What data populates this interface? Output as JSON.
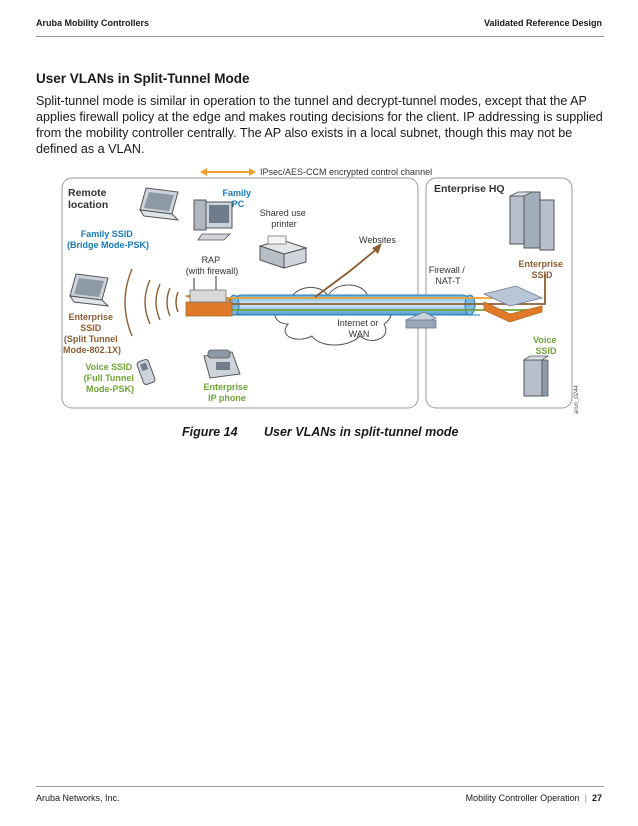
{
  "header": {
    "left": "Aruba Mobility Controllers",
    "right": "Validated Reference Design"
  },
  "section": {
    "title": "User VLANs in Split-Tunnel Mode",
    "body": "Split-tunnel mode is similar in operation to the tunnel and decrypt-tunnel modes, except that the AP applies firewall policy at the edge and makes routing decisions for the client. IP addressing is supplied from the mobility controller centrally. The AP also exists in a local subnet, though this may not be defined as a VLAN."
  },
  "diagram": {
    "legend": "IPsec/AES-CCM encrypted control channel",
    "remote_title": [
      "Remote",
      "location"
    ],
    "family_pc": [
      "Family",
      "PC"
    ],
    "shared_printer": [
      "Shared use",
      "printer"
    ],
    "family_ssid": [
      "Family SSID",
      "(Bridge Mode-PSK)"
    ],
    "rap": [
      "RAP",
      "(with firewall)"
    ],
    "enterprise_ssid_remote": [
      "Enterprise",
      "SSID",
      "(Split Tunnel",
      "Mode-802.1X)"
    ],
    "voice_ssid_remote": [
      "Voice SSID",
      "(Full Tunnel",
      "Mode-PSK)"
    ],
    "enterprise_phone": [
      "Enterprise",
      "IP phone"
    ],
    "websites": "Websites",
    "internet": [
      "Internet or",
      "WAN"
    ],
    "hq_title": "Enterprise HQ",
    "firewall": [
      "Firewall /",
      "NAT-T"
    ],
    "enterprise_ssid_hq": [
      "Enterprise",
      "SSID"
    ],
    "voice_ssid_hq": [
      "Voice",
      "SSID"
    ],
    "figure_id": "arun_0244",
    "colors": {
      "blue": "#1a7ab8",
      "brown": "#8b5e34",
      "green": "#6ea43a",
      "orange": "#f0a030",
      "tunnel": "#9fd0ef"
    }
  },
  "caption": {
    "number": "Figure 14",
    "text": "User VLANs in split-tunnel mode"
  },
  "footer": {
    "left": "Aruba Networks, Inc.",
    "right": "Mobility Controller Operation",
    "page": "27"
  }
}
